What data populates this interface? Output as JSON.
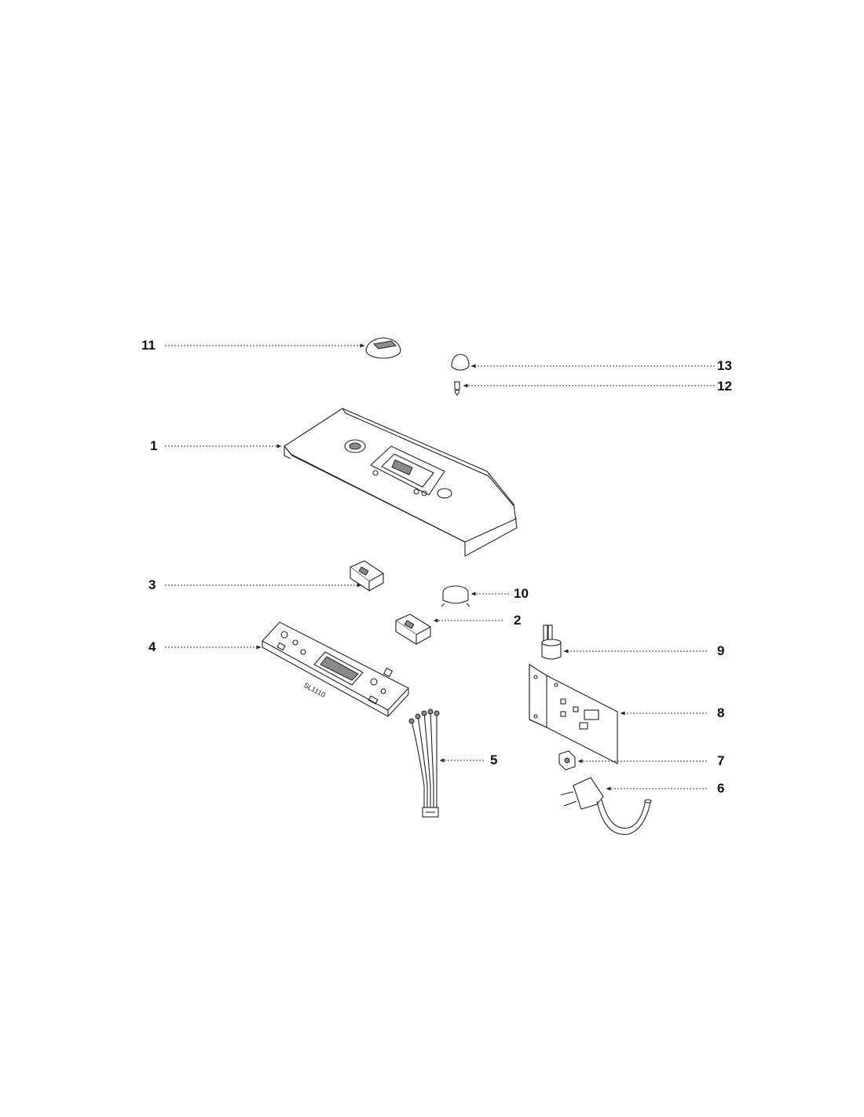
{
  "colors": {
    "background": "#ffffff",
    "ink": "#222222"
  },
  "callouts": {
    "c1": "1",
    "c2": "2",
    "c3": "3",
    "c4": "4",
    "c5": "5",
    "c6": "6",
    "c7": "7",
    "c8": "8",
    "c9": "9",
    "c10": "10",
    "c11": "11",
    "c12": "12",
    "c13": "13"
  },
  "board_marking": "SL1110"
}
